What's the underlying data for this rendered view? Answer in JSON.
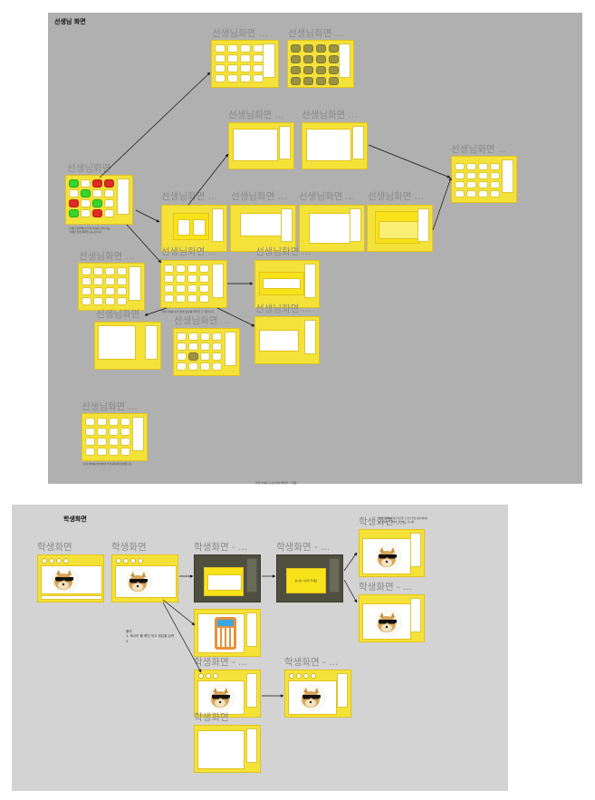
{
  "teacher_panel": {
    "title": "선생님 화면",
    "screen_title": "선생님화면 ...",
    "screen_title_short": "선생님화면",
    "notes": {
      "main_caption": "선생님 화면에서 학생 자리를 선택 가능\n선택된 학생 목록을 표시합니다",
      "popup_caption": "학생 자리를 눌러 상세 정보를 확인할 수 있습니다",
      "bottom_caption": "자리 배치를 변경하면 학생 화면에 반영됩니다",
      "footer": "학생 자리를 드래그하여 배치할 수 있음"
    }
  },
  "student_panel": {
    "title": "학생화면",
    "screen_title": "학생화면",
    "screen_title_ellipsis": "학생화면 - ...",
    "screen_title_trunc": "학생화면 ...",
    "notes": {
      "heading": "출석",
      "line1": "1. 제시어 를 확인 하고 정답을 입력",
      "line2": "2.",
      "top_right": "학생 화면에서 이모티콘을 누르면 반응 애니메이션이 표시되고 선생님 화면에도 표시됨"
    },
    "popup_text": "잠시만 기다려 주세요"
  },
  "colors": {
    "panel_dark": "#b0b0b0",
    "panel_light": "#d3d3d3",
    "frame_yellow": "#f4e238",
    "cell_red": "#e02a24",
    "cell_green": "#38d52c",
    "dark_overlay": "#4f4f40"
  }
}
